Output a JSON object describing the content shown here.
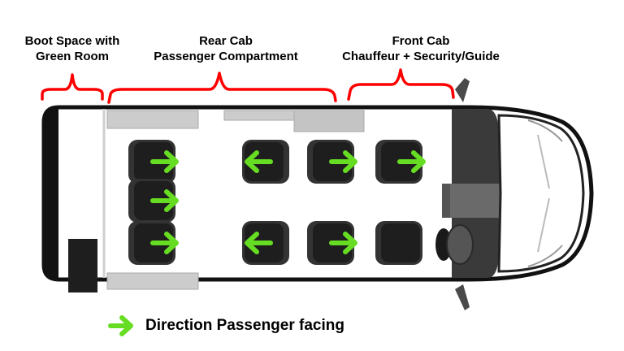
{
  "sections": {
    "boot": {
      "line1": "Boot Space with",
      "line2": "Green Room"
    },
    "rear": {
      "line1": "Rear Cab",
      "line2": "Passenger Compartment"
    },
    "front": {
      "line1": "Front Cab",
      "line2": "Chauffeur + Security/Guide"
    }
  },
  "legend": {
    "label": "Direction Passenger facing",
    "icon": "green-right-arrow-icon"
  },
  "seats": [
    {
      "row": "top",
      "zone": "rear-rear",
      "facing": "right"
    },
    {
      "row": "middle",
      "zone": "rear-rear",
      "facing": "right"
    },
    {
      "row": "bottom",
      "zone": "rear-rear",
      "facing": "right"
    },
    {
      "row": "top",
      "zone": "rear-mid",
      "facing": "left"
    },
    {
      "row": "bottom",
      "zone": "rear-mid",
      "facing": "left"
    },
    {
      "row": "top",
      "zone": "rear-front",
      "facing": "right"
    },
    {
      "row": "bottom",
      "zone": "rear-front",
      "facing": "right"
    },
    {
      "row": "top",
      "zone": "front-cab",
      "facing": "right"
    },
    {
      "row": "bottom",
      "zone": "front-cab",
      "facing": "none"
    }
  ],
  "colors": {
    "bracket": "#ff0000",
    "arrow": "#66dd22",
    "seat": "#222222",
    "body_outline": "#111111",
    "floor": "#ffffff",
    "cab_dark": "#3a3a3a"
  }
}
